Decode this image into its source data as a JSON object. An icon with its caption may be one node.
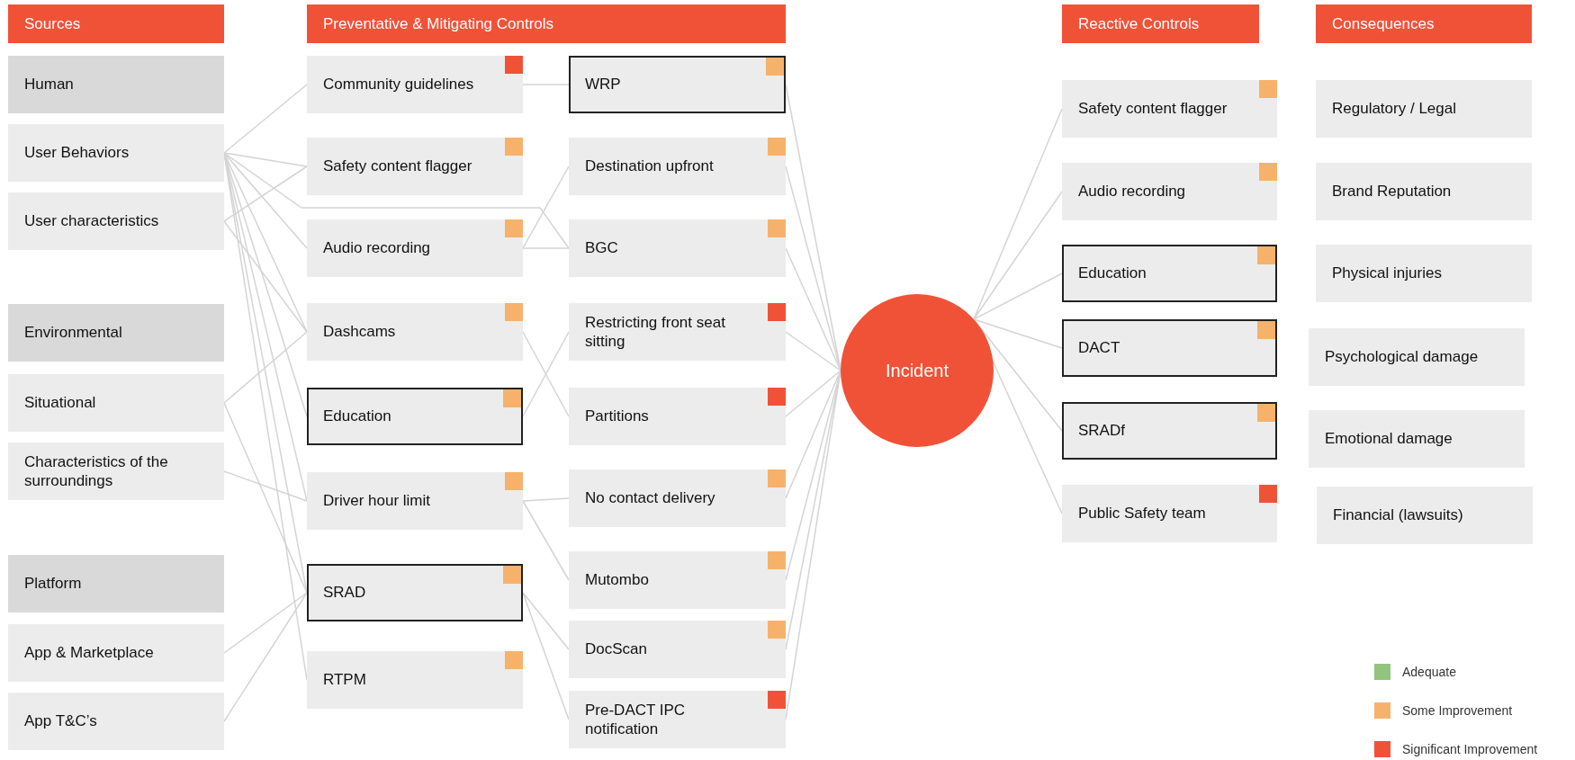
{
  "diagram": {
    "nodes": [
      {
        "text": [
          "Sources"
        ]
      },
      {
        "text": [
          "Human"
        ]
      },
      {
        "text": [
          "User Behaviors"
        ]
      },
      {
        "text": [
          "User characteristics"
        ]
      },
      {
        "text": [
          "Environmental"
        ]
      },
      {
        "text": [
          "Situational"
        ]
      },
      {
        "text": [
          "Characteristics of the surroundings"
        ]
      },
      {
        "text": [
          "Platform"
        ]
      },
      {
        "text": [
          "App & Marketplace"
        ]
      },
      {
        "text": [
          "App T&C’s"
        ]
      },
      {
        "text": [
          "Preventative & Mitigating Controls"
        ]
      },
      {
        "text": [
          "Community guidelines"
        ]
      },
      {
        "text": [
          "Safety content flagger"
        ]
      },
      {
        "text": [
          "Audio recording"
        ]
      },
      {
        "text": [
          "Dashcams"
        ]
      },
      {
        "text": [
          "Education"
        ]
      },
      {
        "text": [
          "Driver hour limit"
        ]
      },
      {
        "text": [
          "SRAD"
        ]
      },
      {
        "text": [
          "RTPM"
        ]
      },
      {
        "text": [
          "WRP"
        ]
      },
      {
        "text": [
          "Destination upfront"
        ]
      },
      {
        "text": [
          "BGC"
        ]
      },
      {
        "text": [
          "Restricting front seat sitting"
        ]
      },
      {
        "text": [
          "Partitions"
        ]
      },
      {
        "text": [
          "No contact delivery"
        ]
      },
      {
        "text": [
          "Mutombo"
        ]
      },
      {
        "text": [
          "DocScan"
        ]
      },
      {
        "text": [
          "Pre-DACT IPC notification"
        ]
      },
      {
        "text": [
          "Incident"
        ]
      },
      {
        "text": [
          "Reactive Controls"
        ]
      },
      {
        "text": [
          "Safety content flagger"
        ]
      },
      {
        "text": [
          "Audio recording"
        ]
      },
      {
        "text": [
          "Education"
        ]
      },
      {
        "text": [
          "DACT"
        ]
      },
      {
        "text": [
          "SRADf"
        ]
      },
      {
        "text": [
          "Public Safety team"
        ]
      },
      {
        "text": [
          "Consequences"
        ]
      },
      {
        "text": [
          "Regulatory / Legal"
        ]
      },
      {
        "text": [
          "Brand Reputation"
        ]
      },
      {
        "text": [
          "Physical injuries"
        ]
      },
      {
        "text": [
          "Psychological damage"
        ]
      },
      {
        "text": [
          "Emotional damage"
        ]
      },
      {
        "text": [
          "Financial (lawsuits)"
        ]
      }
    ],
    "edges": [
      {
        "from": 2,
        "to": 11,
        "arrow": "none"
      },
      {
        "from": 2,
        "to": 12,
        "arrow": "none"
      },
      {
        "from": 2,
        "to": 13,
        "arrow": "none"
      },
      {
        "from": 2,
        "to": 14,
        "arrow": "none"
      },
      {
        "from": 2,
        "to": 15,
        "arrow": "none"
      },
      {
        "from": 2,
        "to": 16,
        "arrow": "none"
      },
      {
        "from": 2,
        "to": 17,
        "arrow": "none"
      },
      {
        "from": 2,
        "to": 18,
        "arrow": "none"
      },
      {
        "from": 2,
        "to": 21,
        "arrow": "none"
      },
      {
        "from": 3,
        "to": 12,
        "arrow": "none"
      },
      {
        "from": 3,
        "to": 14,
        "arrow": "none"
      },
      {
        "from": 5,
        "to": 14,
        "arrow": "none"
      },
      {
        "from": 5,
        "to": 17,
        "arrow": "none"
      },
      {
        "from": 6,
        "to": 16,
        "arrow": "none"
      },
      {
        "from": 8,
        "to": 17,
        "arrow": "none"
      },
      {
        "from": 9,
        "to": 17,
        "arrow": "none"
      },
      {
        "from": 11,
        "to": 19,
        "arrow": "none"
      },
      {
        "from": 13,
        "to": 20,
        "arrow": "none"
      },
      {
        "from": 13,
        "to": 21,
        "arrow": "none"
      },
      {
        "from": 15,
        "to": 22,
        "arrow": "none"
      },
      {
        "from": 14,
        "to": 23,
        "arrow": "none"
      },
      {
        "from": 16,
        "to": 24,
        "arrow": "none"
      },
      {
        "from": 16,
        "to": 25,
        "arrow": "none"
      },
      {
        "from": 17,
        "to": 26,
        "arrow": "none"
      },
      {
        "from": 17,
        "to": 27,
        "arrow": "none"
      },
      {
        "from": 19,
        "to": 28,
        "arrow": "none"
      },
      {
        "from": 20,
        "to": 28,
        "arrow": "none"
      },
      {
        "from": 21,
        "to": 28,
        "arrow": "none"
      },
      {
        "from": 22,
        "to": 28,
        "arrow": "none"
      },
      {
        "from": 23,
        "to": 28,
        "arrow": "none"
      },
      {
        "from": 24,
        "to": 28,
        "arrow": "none"
      },
      {
        "from": 25,
        "to": 28,
        "arrow": "none"
      },
      {
        "from": 26,
        "to": 28,
        "arrow": "none"
      },
      {
        "from": 27,
        "to": 28,
        "arrow": "none"
      },
      {
        "from": 28,
        "to": 30,
        "arrow": "none"
      },
      {
        "from": 28,
        "to": 31,
        "arrow": "none"
      },
      {
        "from": 28,
        "to": 32,
        "arrow": "none"
      },
      {
        "from": 28,
        "to": 33,
        "arrow": "none"
      },
      {
        "from": 28,
        "to": 34,
        "arrow": "none"
      },
      {
        "from": 28,
        "to": 35,
        "arrow": "none"
      }
    ],
    "legend": [
      {
        "text": "Adequate",
        "color": "#93c47d"
      },
      {
        "text": "Some Improvement",
        "color": "#f6b26b"
      },
      {
        "text": "Significant Improvement",
        "color": "#f05238"
      }
    ]
  }
}
